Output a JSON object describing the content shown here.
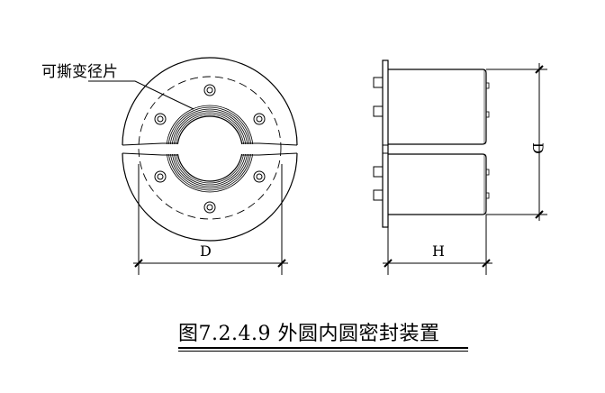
{
  "figure": {
    "caption": "图7.2.4.9 外圆内圆密封装置",
    "labels": {
      "tear_off_sheets": "可撕变径片",
      "dim_diameter_front": "D",
      "dim_height": "H",
      "dim_diameter_side": "D"
    }
  }
}
